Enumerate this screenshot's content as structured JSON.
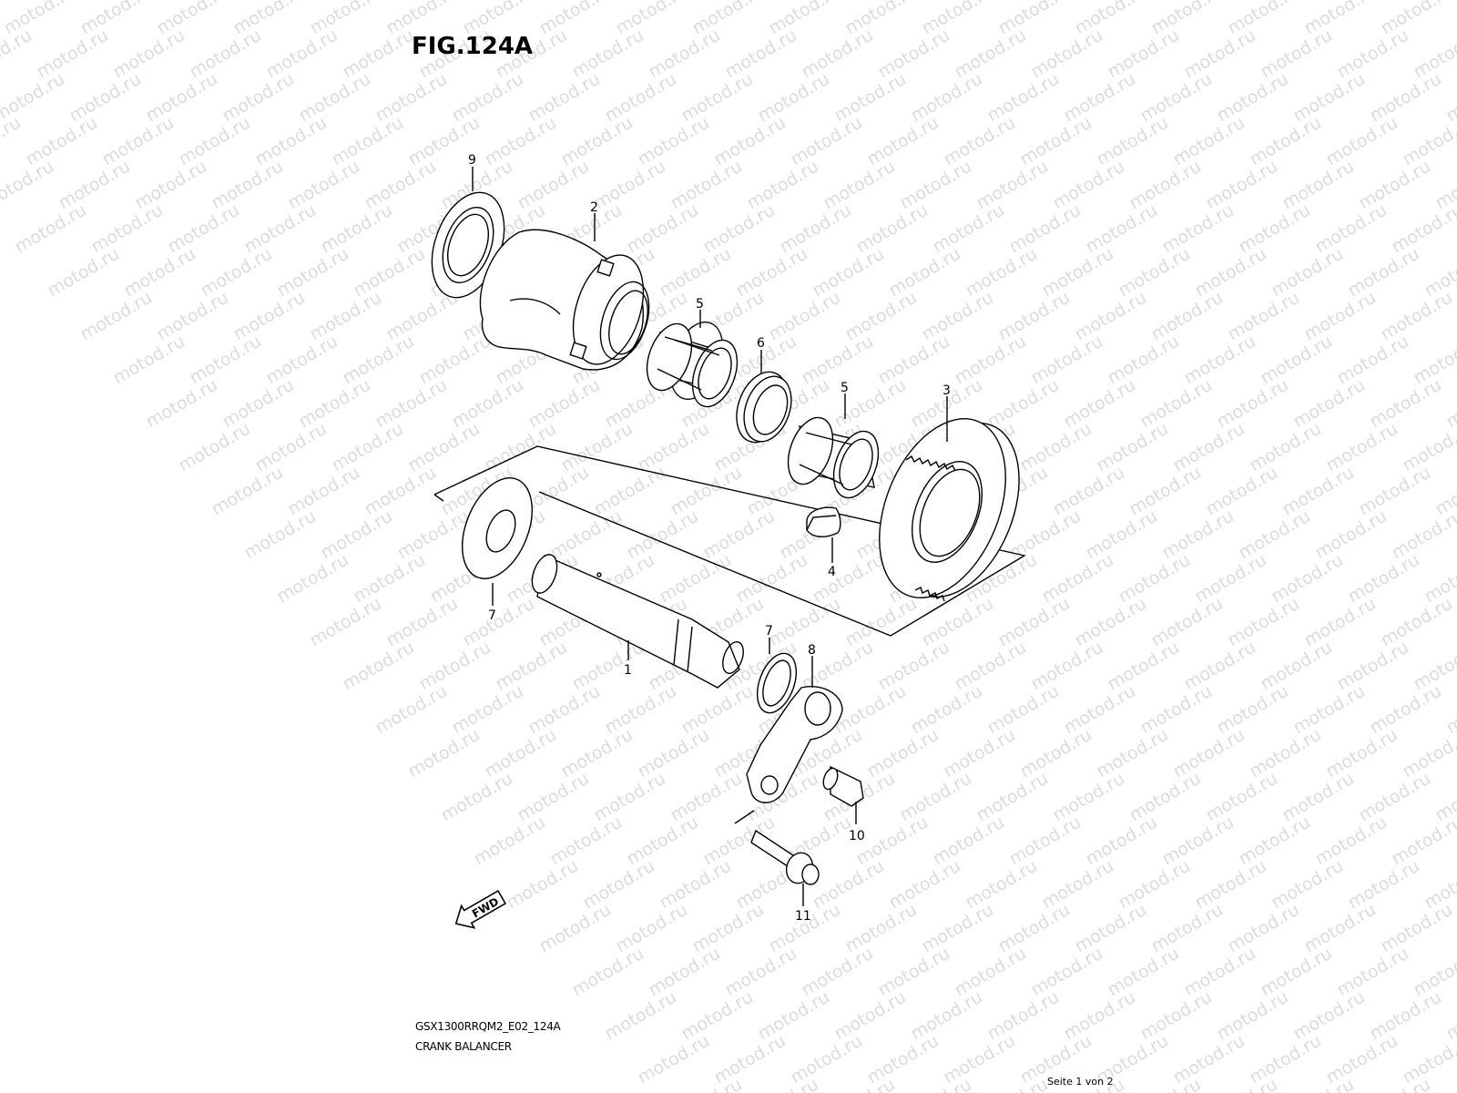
{
  "figure": {
    "title": "FIG.124A"
  },
  "watermark": {
    "text": "motod.ru"
  },
  "callouts": [
    "1",
    "2",
    "3",
    "4",
    "5",
    "5",
    "6",
    "7",
    "7",
    "8",
    "9",
    "10",
    "11"
  ],
  "direction_marker": {
    "label": "FWD"
  },
  "footer": {
    "code": "GSX1300RRQM2_E02_124A",
    "caption": "CRANK BALANCER",
    "page": "Seite 1 von 2"
  }
}
